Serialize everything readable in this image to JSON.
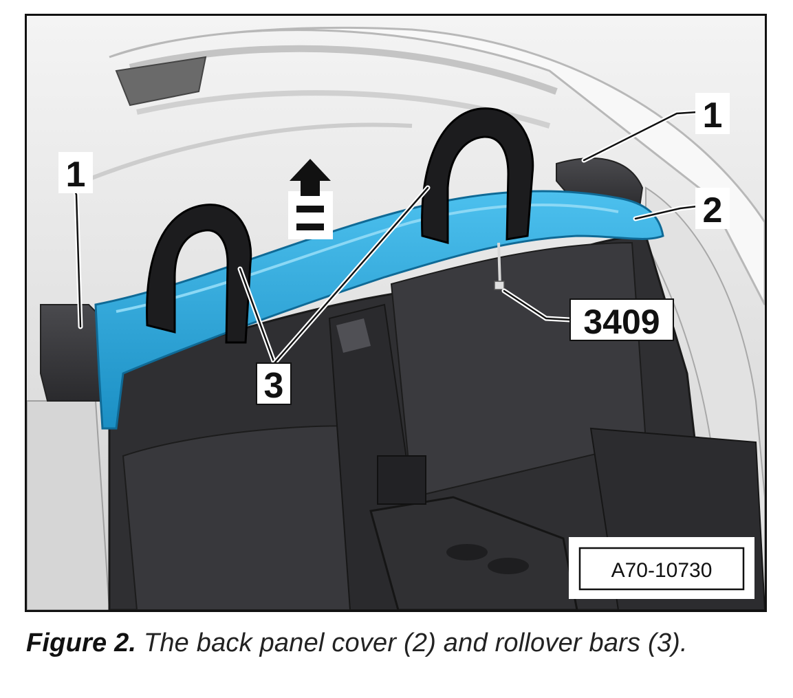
{
  "illustration": {
    "callouts": {
      "left_trim": "1",
      "right_trim": "1",
      "back_panel_cover": "2",
      "rollover_bars": "3",
      "tool": "3409"
    },
    "reference_code": "A70-10730",
    "colors": {
      "cover_highlight": "#2aa6dc",
      "rollover_bar": "#1c1c1e",
      "trim_dark": "#38383b",
      "body_light": "#ececec"
    },
    "icons": [
      "removal-direction-arrow-icon"
    ]
  },
  "caption": {
    "label": "Figure 2.",
    "text": " The back panel cover (2) and rollover bars (3)."
  }
}
